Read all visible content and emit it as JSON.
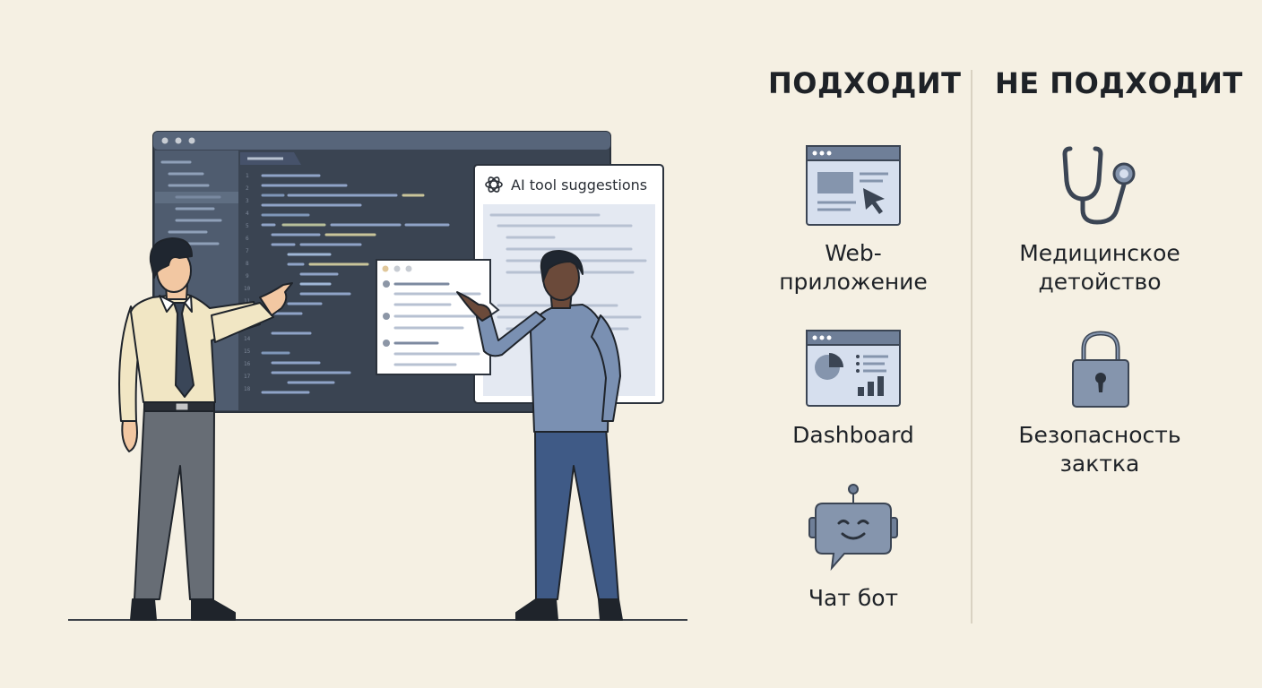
{
  "illustration": {
    "ai_panel_title": "AI tool suggestions",
    "ai_logo_icon": "openai-logo-icon"
  },
  "suitable": {
    "heading": "ПОДХОДИТ",
    "items": [
      {
        "label": "Web-\nприложение",
        "icon": "web-app-window-icon"
      },
      {
        "label": "Dashboard",
        "icon": "dashboard-chart-icon"
      },
      {
        "label": "Чат бот",
        "icon": "chat-bot-icon"
      }
    ]
  },
  "not_suitable": {
    "heading": "НЕ ПОДХОДИТ",
    "items": [
      {
        "label": "Медицинское\nдетойство",
        "icon": "stethoscope-icon"
      },
      {
        "label": "Безопасность\nзакткa",
        "icon": "padlock-icon"
      }
    ]
  },
  "colors": {
    "background": "#f5f0e3",
    "text": "#1e2227",
    "icon_fill": "#d6dfee",
    "icon_stroke": "#5b6a82"
  }
}
